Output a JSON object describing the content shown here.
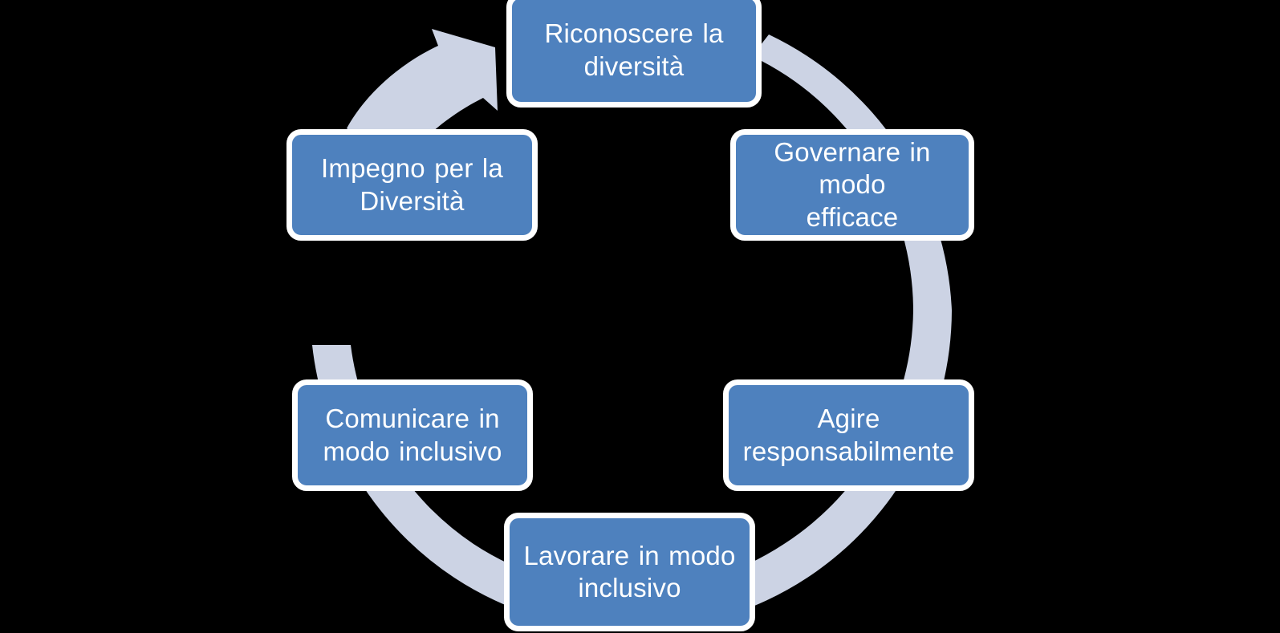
{
  "diagram": {
    "type": "cycle",
    "title": "",
    "background_color": "#000000",
    "node_fill_color": "#4E81BE",
    "node_border_color": "#FFFFFF",
    "node_text_color": "#FFFFFF",
    "ring_color": "#CCD3E4",
    "direction": "clockwise",
    "node_count": 6,
    "nodes": [
      {
        "id": "recognize",
        "position": "top",
        "label": "Riconoscere la diversità",
        "line1": "Riconoscere la",
        "line2": "diversità"
      },
      {
        "id": "govern",
        "position": "top-right",
        "label": "Governare in modo efficace",
        "line1": "Governare in modo",
        "line2": "efficace"
      },
      {
        "id": "act",
        "position": "bottom-right",
        "label": "Agire responsabilmente",
        "line1": "Agire",
        "line2": "responsabilmente"
      },
      {
        "id": "work",
        "position": "bottom",
        "label": "Lavorare in modo inclusivo",
        "line1": "Lavorare in modo",
        "line2": "inclusivo"
      },
      {
        "id": "communicate",
        "position": "bottom-left",
        "label": "Comunicare in modo inclusivo",
        "line1": "Comunicare in",
        "line2": "modo inclusivo"
      },
      {
        "id": "commit",
        "position": "top-left",
        "label": "Impegno per la Diversità",
        "line1": "Impegno per la",
        "line2": "Diversità"
      }
    ],
    "arrow": {
      "name": "cycle-arrow",
      "points_to": "recognize",
      "color": "#CCD3E4"
    }
  }
}
